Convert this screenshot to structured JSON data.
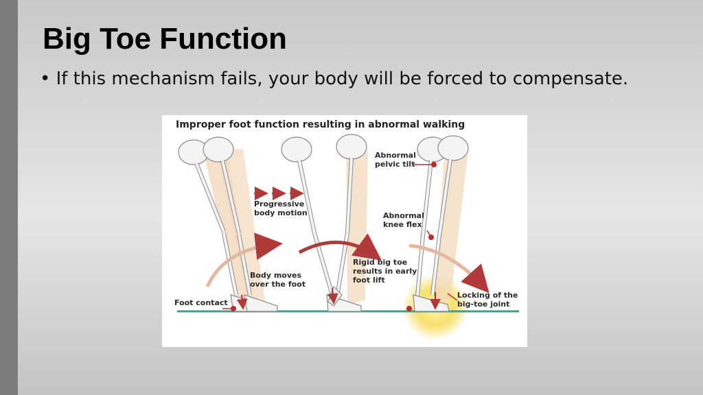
{
  "slide": {
    "title": "Big Toe Function",
    "bullet": "• If this mechanism fails, your body will be forced to compensate."
  },
  "diagram": {
    "caption": "Improper foot function resulting in abnormal walking",
    "labels": {
      "progressive_1": "Progressive",
      "progressive_2": "body motion",
      "body_moves_1": "Body moves",
      "body_moves_2": "over the foot",
      "foot_contact": "Foot contact",
      "rigid_1": "Rigid big toe",
      "rigid_2": "results in early",
      "rigid_3": "foot lift",
      "pelvic_1": "Abnormal",
      "pelvic_2": "pelvic tilt",
      "knee_1": "Abnormal",
      "knee_2": "knee flex",
      "locking_1": "Locking of the",
      "locking_2": "big-toe joint"
    },
    "colors": {
      "ground": "#4a9a8a",
      "marker": "#c0282a",
      "arrow": "#b03a3a",
      "muscle": "#f2d9bd",
      "bone": "#f4f4f4",
      "glow": "#f3d23a"
    }
  }
}
